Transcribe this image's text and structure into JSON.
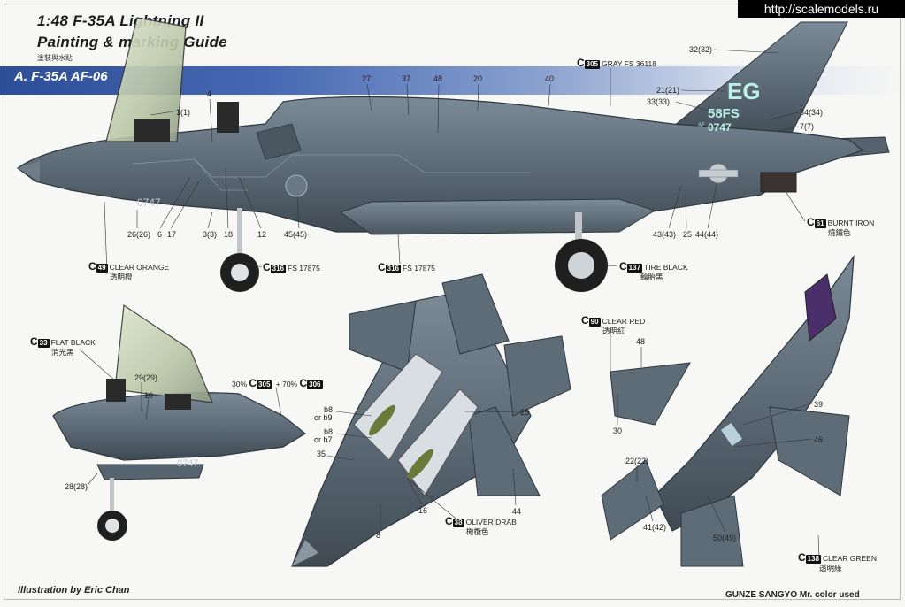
{
  "watermark": "http://scalemodels.ru",
  "header": {
    "title_line1": "1:48  F-35A Lightning II",
    "title_line2": "Painting & marking Guide",
    "subtitle_cn": "塗裝與水貼",
    "variant": "A. F-35A AF-06"
  },
  "tail_markings": {
    "code": "EG",
    "squadron": "58FS",
    "serial": "0747",
    "af": "AF"
  },
  "nose_serial": "0747",
  "paint_callouts": {
    "gray_top": {
      "code": "305",
      "name": "GRAY FS 36118"
    },
    "burnt_iron": {
      "code": "61",
      "name": "BURNT IRON",
      "cn": "燒鐵色"
    },
    "clear_orange": {
      "code": "49",
      "name": "CLEAR ORANGE",
      "cn": "透明橙"
    },
    "fs_gear": {
      "code": "316",
      "name": "FS 17875"
    },
    "fs_tank": {
      "code": "316",
      "name": "FS 17875"
    },
    "tire_black": {
      "code": "137",
      "name": "TIRE BLACK",
      "cn": "輪胎黑"
    },
    "flat_black": {
      "code": "33",
      "name": "FLAT BLACK",
      "cn": "消光黑"
    },
    "mix": {
      "text": "30% ",
      "code1": "305",
      "plus": " + 70% ",
      "code2": "306"
    },
    "clear_red": {
      "code": "90",
      "name": "CLEAR RED",
      "cn": "透明紅"
    },
    "olive_drab": {
      "code": "38",
      "name": "OLIVER DRAB",
      "cn": "橄欖色"
    },
    "clear_green": {
      "code": "138",
      "name": "CLEAR GREEN",
      "cn": "透明綠"
    }
  },
  "decal_numbers": {
    "n1": "1(1)",
    "n4": "4",
    "n27": "27",
    "n37": "37",
    "n48": "48",
    "n20": "20",
    "n40": "40",
    "n32": "32(32)",
    "n21": "21(21)",
    "n33": "33(33)",
    "n34": "34(34)",
    "n7": "7(7)",
    "n26": "26(26)",
    "n6": "6",
    "n17": "17",
    "n3": "3(3)",
    "n18": "18",
    "n12": "12",
    "n45": "45(45)",
    "n43": "43(43)",
    "n25": "25",
    "n44": "44(44)",
    "n29": "29(29)",
    "n10": "10",
    "n28": "28(28)",
    "b8a": "b8",
    "b9": "or b9",
    "b8b": "b8",
    "b7": "or b7",
    "n35": "35",
    "n25b": "25",
    "n16": "16",
    "n8": "8",
    "n44b": "44",
    "n48b": "48",
    "n30": "30",
    "n39": "39",
    "n46": "46",
    "n22": "22(22)",
    "n41": "41(42)",
    "n50": "50(49)"
  },
  "footer": {
    "credit": "Illustration by Eric Chan",
    "brand": "GUNZE SANGYO Mr. color used"
  },
  "colors": {
    "band": "#3a5aa6",
    "aircraft": "#5c6b78",
    "aircraft_dark": "#46525c",
    "tail_text": "#b8f0e6",
    "canopy": "#c6d2b6"
  }
}
